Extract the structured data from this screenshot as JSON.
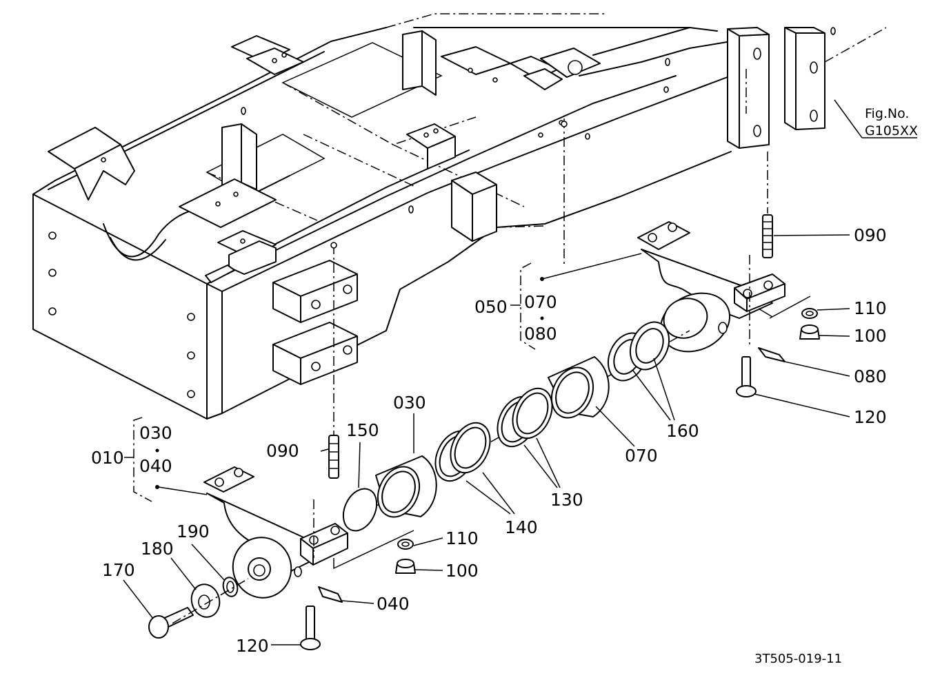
{
  "figure_ref": {
    "line1": "Fig.No.",
    "line2": "G105XX"
  },
  "drawing_code": "3T505-019-11",
  "callouts": {
    "p010": "010",
    "p030a": "030",
    "p040a": "040",
    "p030b": "030",
    "p050": "050",
    "p070a": "070",
    "p080a": "080",
    "p070b": "070",
    "p080b": "080",
    "p090a": "090",
    "p090b": "090",
    "p100a": "100",
    "p100b": "100",
    "p110a": "110",
    "p110b": "110",
    "p120a": "120",
    "p120b": "120",
    "p130": "130",
    "p140": "140",
    "p150": "150",
    "p160": "160",
    "p170": "170",
    "p180": "180",
    "p190": "190",
    "p040b": "040"
  }
}
